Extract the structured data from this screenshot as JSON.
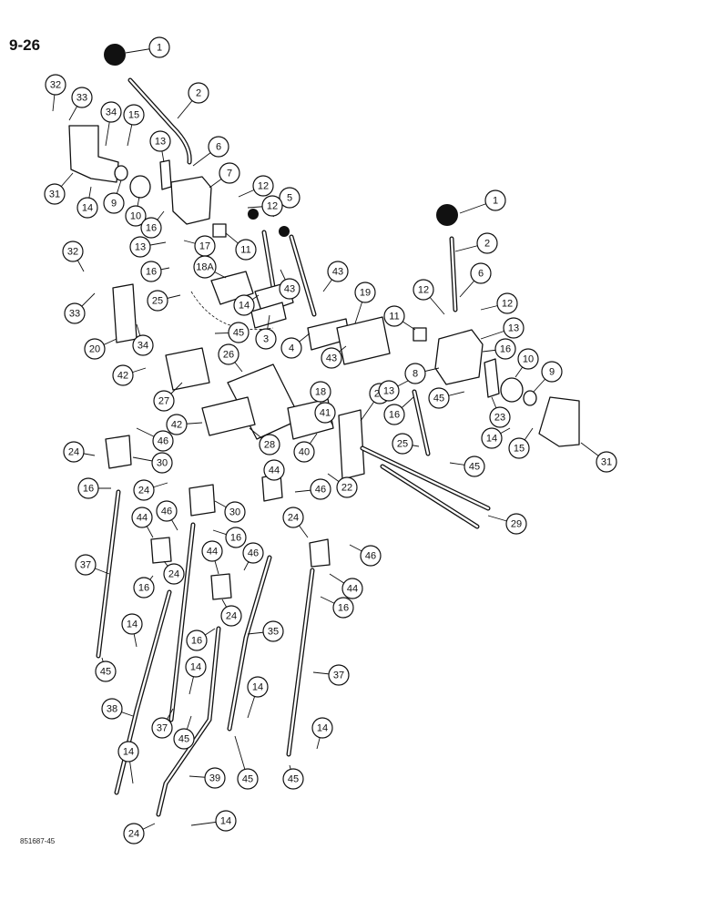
{
  "page_number": "9-26",
  "figure_code": "851687-45",
  "callouts": [
    "1",
    "2",
    "3",
    "4",
    "5",
    "6",
    "7",
    "8",
    "9",
    "10",
    "11",
    "12",
    "13",
    "14",
    "15",
    "16",
    "17",
    "18",
    "18A",
    "19",
    "20",
    "22",
    "23",
    "24",
    "25",
    "26",
    "27",
    "28",
    "29",
    "30",
    "31",
    "32",
    "33",
    "34",
    "35",
    "37",
    "38",
    "39",
    "40",
    "41",
    "42",
    "43",
    "44",
    "45",
    "46"
  ]
}
